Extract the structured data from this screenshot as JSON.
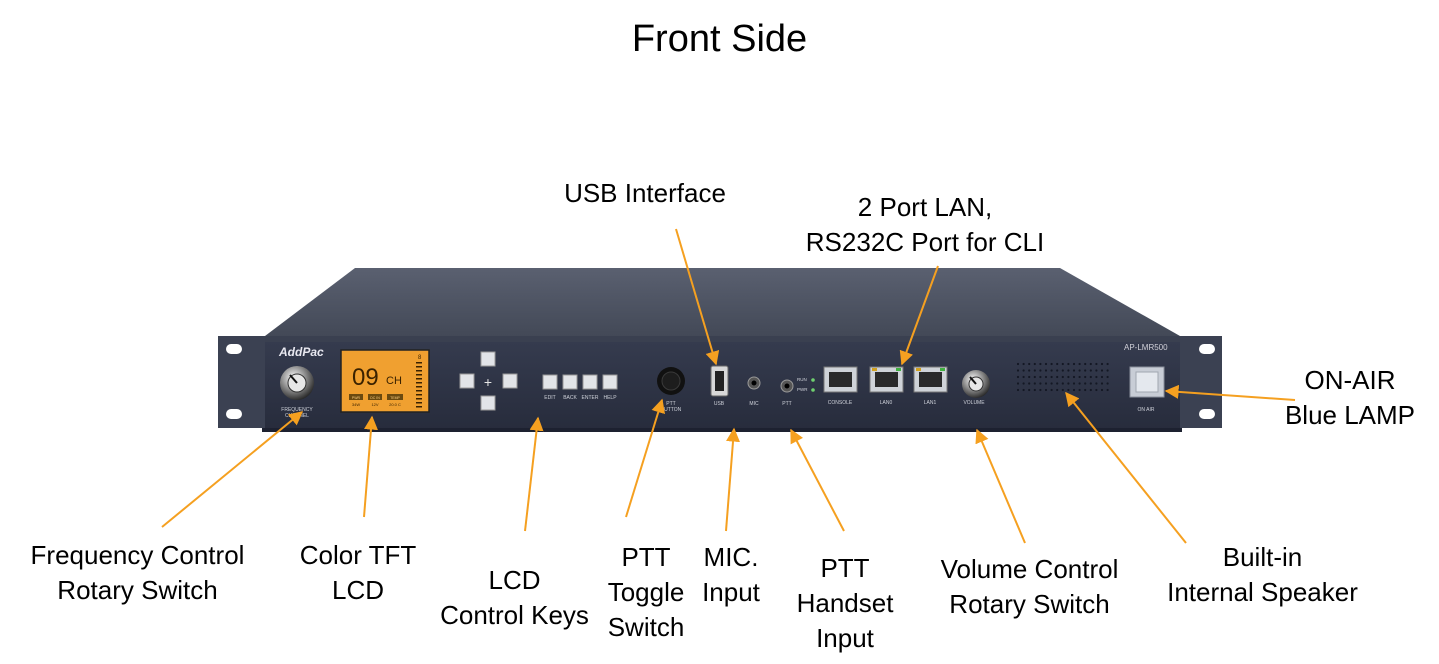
{
  "title": "Front Side",
  "device": {
    "brand": "AddPac",
    "model": "AP-LMR500",
    "lcd": {
      "channel_number": "09",
      "channel_unit": "CH",
      "lcd_top_digit": "8",
      "status_tags": [
        "PWR",
        "DC IN",
        "TEMP"
      ],
      "status_values": [
        "34W",
        "12V",
        "20.0 C"
      ]
    },
    "knob_left_label_1": "FREQUENCY",
    "knob_left_label_2": "CHANNEL",
    "key_labels": [
      "EDIT",
      "BACK",
      "ENTER",
      "HELP"
    ],
    "ptt_label_1": "PTT",
    "ptt_label_2": "BUTTON",
    "usb_label": "USB",
    "mic_label": "MIC",
    "ptt_jack_label": "PTT",
    "led_run_label": "RUN",
    "led_pwr_label": "PWR",
    "console_label": "CONSOLE",
    "lan0_label": "LAN0",
    "lan1_label": "LAN1",
    "volume_label": "VOLUME",
    "onair_label": "ON AIR"
  },
  "callouts": {
    "usb": [
      "USB Interface"
    ],
    "lan": [
      "2 Port LAN,",
      "RS232C Port for CLI"
    ],
    "onair": [
      "ON-AIR",
      "Blue LAMP"
    ],
    "freq": [
      "Frequency Control",
      "Rotary Switch"
    ],
    "tft": [
      "Color TFT",
      "LCD"
    ],
    "keys": [
      "LCD",
      "Control Keys"
    ],
    "ptt_toggle": [
      "PTT",
      "Toggle",
      "Switch"
    ],
    "mic": [
      "MIC.",
      "Input"
    ],
    "ptt_handset": [
      "PTT",
      "Handset",
      "Input"
    ],
    "volume": [
      "Volume Control",
      "Rotary Switch"
    ],
    "speaker": [
      "Built-in",
      "Internal Speaker"
    ]
  },
  "colors": {
    "arrow": "#F5A020",
    "chassis_top": "#4A5060",
    "front_panel": "#2E3447",
    "lcd_orange": "#F0A030"
  }
}
